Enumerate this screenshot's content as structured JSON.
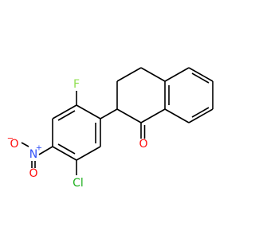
{
  "molecule": {
    "atoms": {
      "fluorine": {
        "text": "F",
        "color": "#90e050"
      },
      "chlorine": {
        "text": "Cl",
        "color": "#1fb01f"
      },
      "ketone_oxygen": {
        "text": "O",
        "color": "#ff0d0d"
      },
      "nitro_nitrogen": {
        "text": "N",
        "color": "#3050f8"
      },
      "nitro_oxygen_top": {
        "text": "O",
        "color": "#ff0d0d"
      },
      "nitro_oxygen_bottom": {
        "text": "O",
        "color": "#ff0d0d"
      },
      "nitro_nitrogen_charge": {
        "text": "+",
        "color": "#3050f8"
      },
      "nitro_oxygen_charge": {
        "text": "−",
        "color": "#ff0d0d"
      }
    }
  }
}
